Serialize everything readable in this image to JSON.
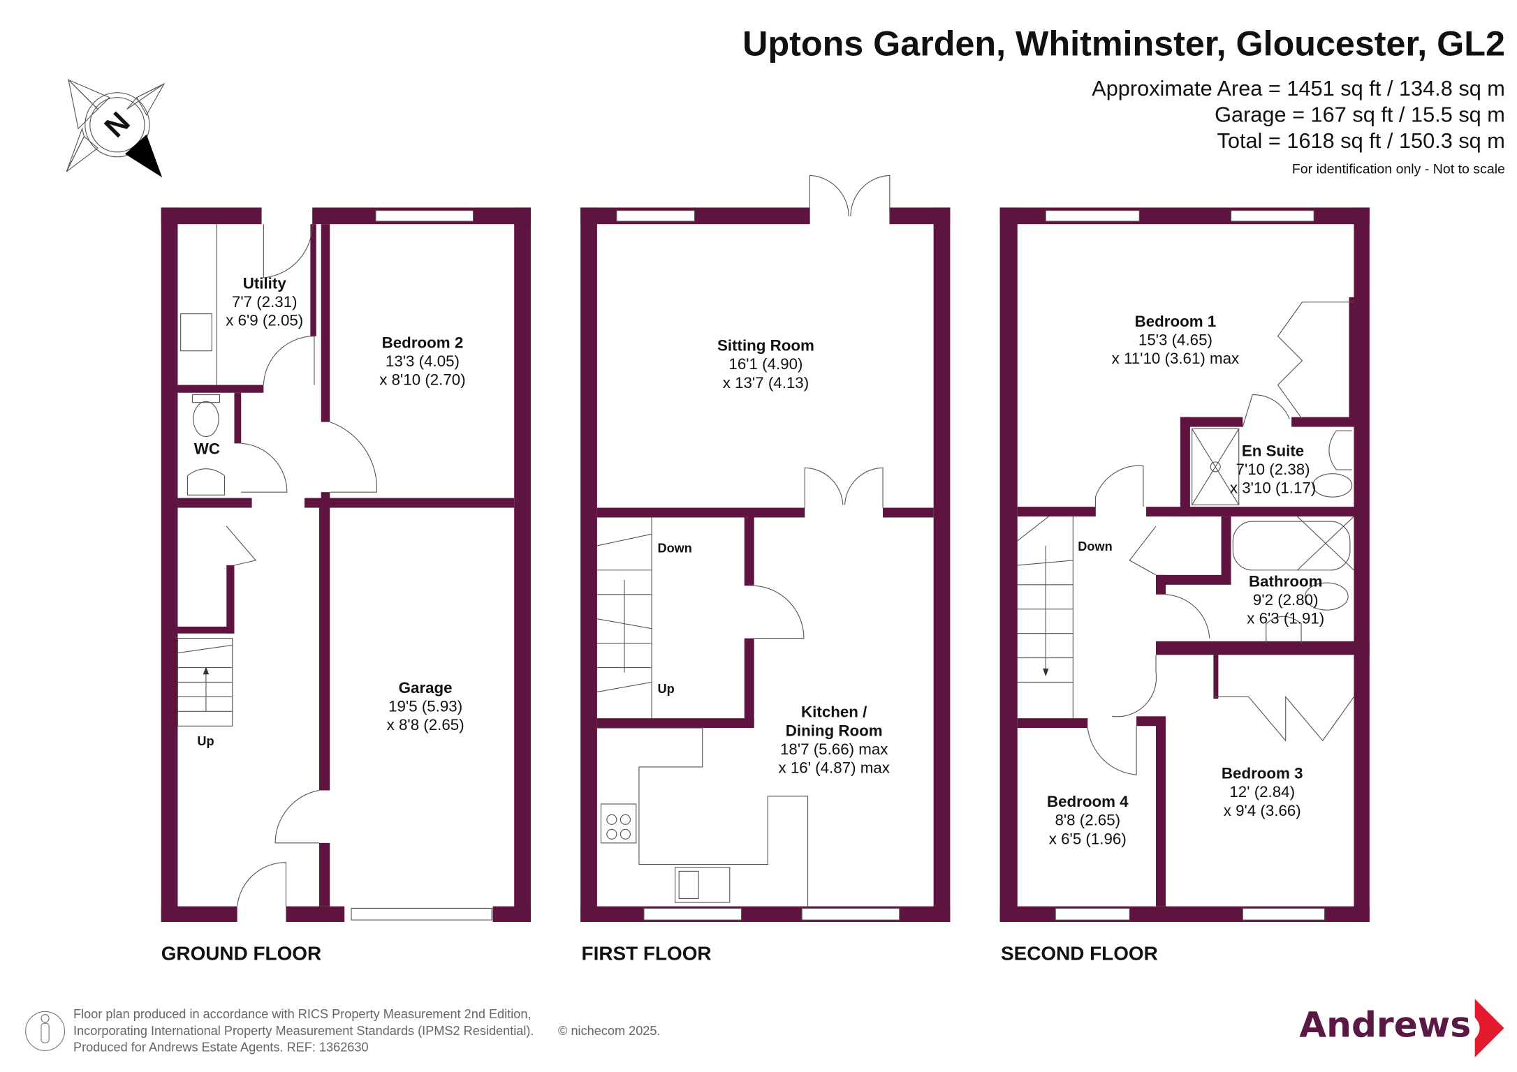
{
  "header": {
    "title": "Uptons Garden, Whitminster, Gloucester, GL2",
    "area_lines": [
      "Approximate Area = 1451 sq ft / 134.8 sq m",
      "Garage = 167 sq ft / 15.5 sq m",
      "Total = 1618 sq ft / 150.3 sq m"
    ],
    "note": "For identification only - Not to scale"
  },
  "compass": {
    "letter": "N"
  },
  "floors": {
    "ground": {
      "label": "GROUND FLOOR",
      "rooms": {
        "utility": {
          "name": "Utility",
          "dim1": "7'7 (2.31)",
          "dim2": "x 6'9 (2.05)"
        },
        "wc": {
          "name": "WC"
        },
        "bedroom2": {
          "name": "Bedroom 2",
          "dim1": "13'3 (4.05)",
          "dim2": "x 8'10 (2.70)"
        },
        "garage": {
          "name": "Garage",
          "dim1": "19'5 (5.93)",
          "dim2": "x 8'8 (2.65)"
        }
      },
      "stairs": [
        "Up"
      ]
    },
    "first": {
      "label": "FIRST FLOOR",
      "rooms": {
        "sitting": {
          "name": "Sitting Room",
          "dim1": "16'1 (4.90)",
          "dim2": "x 13'7 (4.13)"
        },
        "kitchen": {
          "name1": "Kitchen /",
          "name2": "Dining Room",
          "dim1": "18'7 (5.66) max",
          "dim2": "x 16' (4.87) max"
        }
      },
      "stairs": [
        "Down",
        "Up"
      ]
    },
    "second": {
      "label": "SECOND FLOOR",
      "rooms": {
        "bedroom1": {
          "name": "Bedroom 1",
          "dim1": "15'3 (4.65)",
          "dim2": "x 11'10 (3.61) max"
        },
        "ensuite": {
          "name": "En Suite",
          "dim1": "7'10 (2.38)",
          "dim2": "x 3'10 (1.17)"
        },
        "bathroom": {
          "name": "Bathroom",
          "dim1": "9'2 (2.80)",
          "dim2": "x 6'3 (1.91)"
        },
        "bedroom3": {
          "name": "Bedroom 3",
          "dim1": "12' (2.84)",
          "dim2": "x 9'4 (3.66)"
        },
        "bedroom4": {
          "name": "Bedroom 4",
          "dim1": "8'8 (2.65)",
          "dim2": "x 6'5 (1.96)"
        }
      },
      "stairs": [
        "Down"
      ]
    }
  },
  "footer": {
    "lines": [
      "Floor plan produced in accordance with RICS Property Measurement 2nd Edition,",
      "Incorporating International Property Measurement Standards (IPMS2 Residential).",
      "Produced for Andrews Estate Agents.   REF: 1362630"
    ],
    "copyright": "© nichecom 2025."
  },
  "logo": {
    "text": "Andrews",
    "color": "#5a1845",
    "accent": "#e4192e"
  },
  "colors": {
    "wall": "#5f1440"
  }
}
